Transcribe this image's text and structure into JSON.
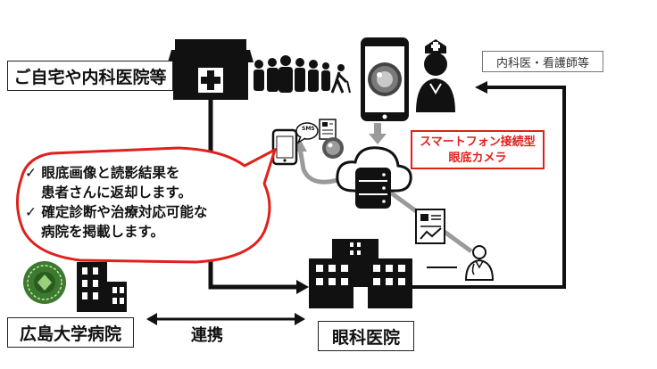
{
  "labels": {
    "home": "ご自宅や内科医院等",
    "staff": "内科医・看護師等",
    "camera_line1": "スマートフォン接続型",
    "camera_line2": "眼底カメラ",
    "univ_hospital": "広島大学病院",
    "eye_clinic": "眼科医院",
    "renkei": "連携",
    "sms": "SMS"
  },
  "bubble": {
    "item1_line1": "眼底画像と読影結果を",
    "item1_line2": "患者さんに返却します。",
    "item2_line1": "確定診断や治療対応可能な",
    "item2_line2": "病院を掲載します。",
    "check_mark": "✓"
  },
  "colors": {
    "accent_red": "#e0201b",
    "icon_black": "#111111",
    "arrow_gray": "#9a9a9a",
    "univ_logo_green": "#3c7a2e"
  }
}
